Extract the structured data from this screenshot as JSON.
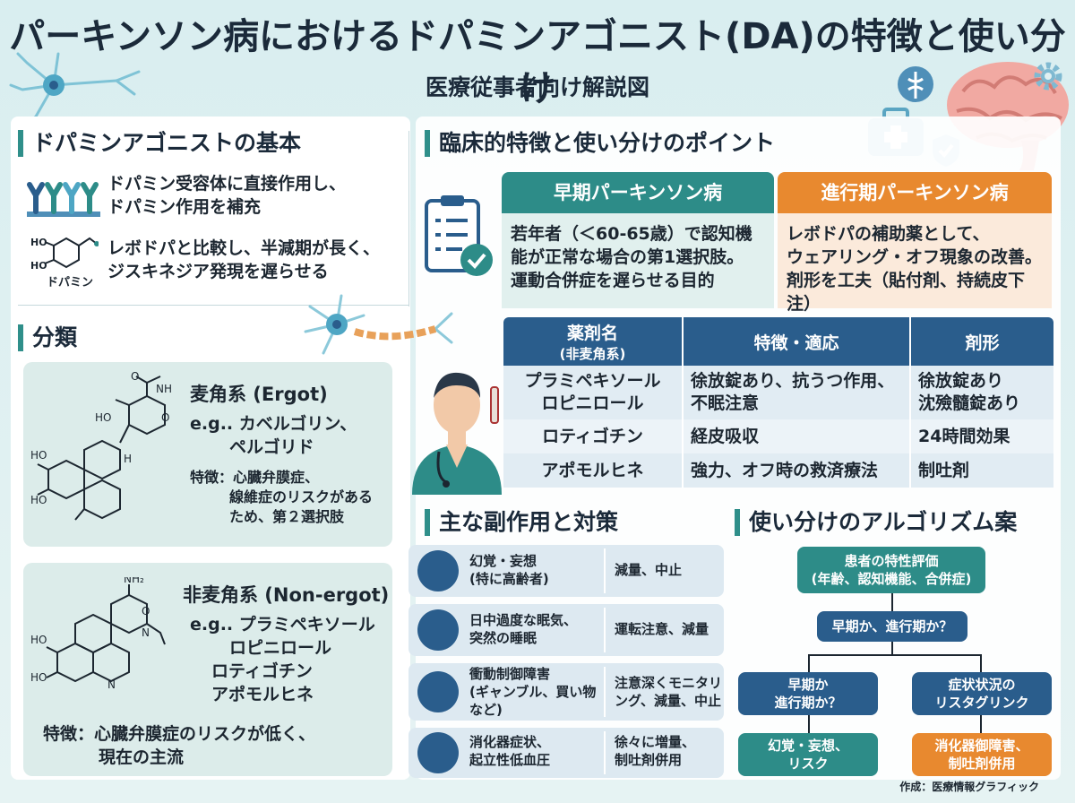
{
  "header": {
    "title": "パーキンソン病におけるドパミンアゴニスト(DA)の特徴と使い分け",
    "subtitle": "医療従事者向け解説図"
  },
  "basics": {
    "heading": "ドパミンアゴニストの基本",
    "point1": [
      "ドパミン受容体に直接作用し、",
      "ドパミン作用を補充"
    ],
    "point2": [
      "レボドパと比較し、半減期が長く、",
      "ジスキネジア発現を遅らせる"
    ],
    "molecule_label": "ドパミン",
    "molecule_ho1": "HO",
    "molecule_ho2": "HO"
  },
  "classification": {
    "heading": "分類",
    "ergot": {
      "title": "麦角系 (Ergot)",
      "examples": [
        "e.g.. カベルゴリン、",
        "ペルゴリド"
      ],
      "feature": [
        "特徴：心臓弁膜症、",
        "線維症のリスクがある",
        "ため、第２選択肢"
      ],
      "atoms": {
        "nh": "NH",
        "o1": "O",
        "ho_ring": "HO",
        "o2": "O",
        "h": "H",
        "ho_a": "HO",
        "ho_b": "HO"
      }
    },
    "nonergot": {
      "title": "非麦角系 (Non-ergot)",
      "examples": [
        "e.g.. プラミペキソール",
        "ロピニロール",
        "ロティゴチン",
        "アポモルヒネ"
      ],
      "feature": [
        "特徴：心臓弁膜症のリスクが低く、",
        "現在の主流"
      ],
      "atoms": {
        "nh2": "NH₂",
        "o": "O",
        "n1": "N",
        "n2": "N",
        "ho_a": "HO",
        "ho_b": "HO"
      }
    }
  },
  "clinical": {
    "heading": "臨床的特徴と使い分けのポイント",
    "early": {
      "title": "早期パーキンソン病",
      "body": [
        "若年者（＜60-65歳）で認知機",
        "能が正常な場合の第1選択肢。",
        "運動合併症を遅らせる目的"
      ]
    },
    "advanced": {
      "title": "進行期パーキンソン病",
      "body": [
        "レボドパの補助薬として、",
        "ウェアリング・オフ現象の改善。",
        "剤形を工夫（貼付剤、持続皮下注）"
      ]
    }
  },
  "drug_table": {
    "headers": [
      [
        "薬剤名",
        "(非麦角系)"
      ],
      [
        "特徴・適応"
      ],
      [
        "剤形"
      ]
    ],
    "rows": [
      {
        "name": [
          "プラミペキソール",
          "ロピニロール"
        ],
        "feature": [
          "徐放錠あり、抗うつ作用、",
          "不眠注意"
        ],
        "form": [
          "徐放錠あり",
          "沈殮髓錠あり"
        ]
      },
      {
        "name": [
          "ロティゴチン"
        ],
        "feature": [
          "経皮吸収"
        ],
        "form": [
          "24時間効果"
        ]
      },
      {
        "name": [
          "アポモルヒネ"
        ],
        "feature": [
          "強力、オフ時の救済療法"
        ],
        "form": [
          "制吐剤"
        ]
      }
    ]
  },
  "side_effects": {
    "heading": "主な副作用と対策",
    "rows": [
      {
        "icon": "brain-head-icon",
        "effect": [
          "幻覚・妄想",
          "(特に高齢者)"
        ],
        "measure": [
          "減量、中止"
        ]
      },
      {
        "icon": "sleep-head-icon",
        "effect": [
          "日中過度な眠気、",
          "突然の睡眠"
        ],
        "measure": [
          "運転注意、減量"
        ]
      },
      {
        "icon": "impulse-head-icon",
        "effect": [
          "衝動制御障害",
          "(ギャンブル、買い物",
          "など)"
        ],
        "measure": [
          "注意深くモニタリ",
          "ング、減量、中止"
        ]
      },
      {
        "icon": "stomach-icon",
        "effect": [
          "消化器症状、",
          "起立性低血圧"
        ],
        "measure": [
          "徐々に増量、",
          "制吐剤併用"
        ]
      }
    ]
  },
  "algorithm": {
    "heading": "使い分けのアルゴリズム案",
    "start": [
      "患者の特性評価",
      "(年齢、認知機能、合併症)"
    ],
    "question": [
      "早期か、進行期か？"
    ],
    "left": [
      "早期か",
      "進行期か？"
    ],
    "right": [
      "症状状況の",
      "リスタグリンク"
    ],
    "left_out": [
      "幻覚・妄想、",
      "リスク"
    ],
    "right_out": [
      "消化器御障害、",
      "制吐剤併用"
    ]
  },
  "footer": "作成：医療情報グラフィック",
  "colors": {
    "teal": "#2d8c88",
    "orange": "#e8892f",
    "navy": "#2a5d8c"
  }
}
